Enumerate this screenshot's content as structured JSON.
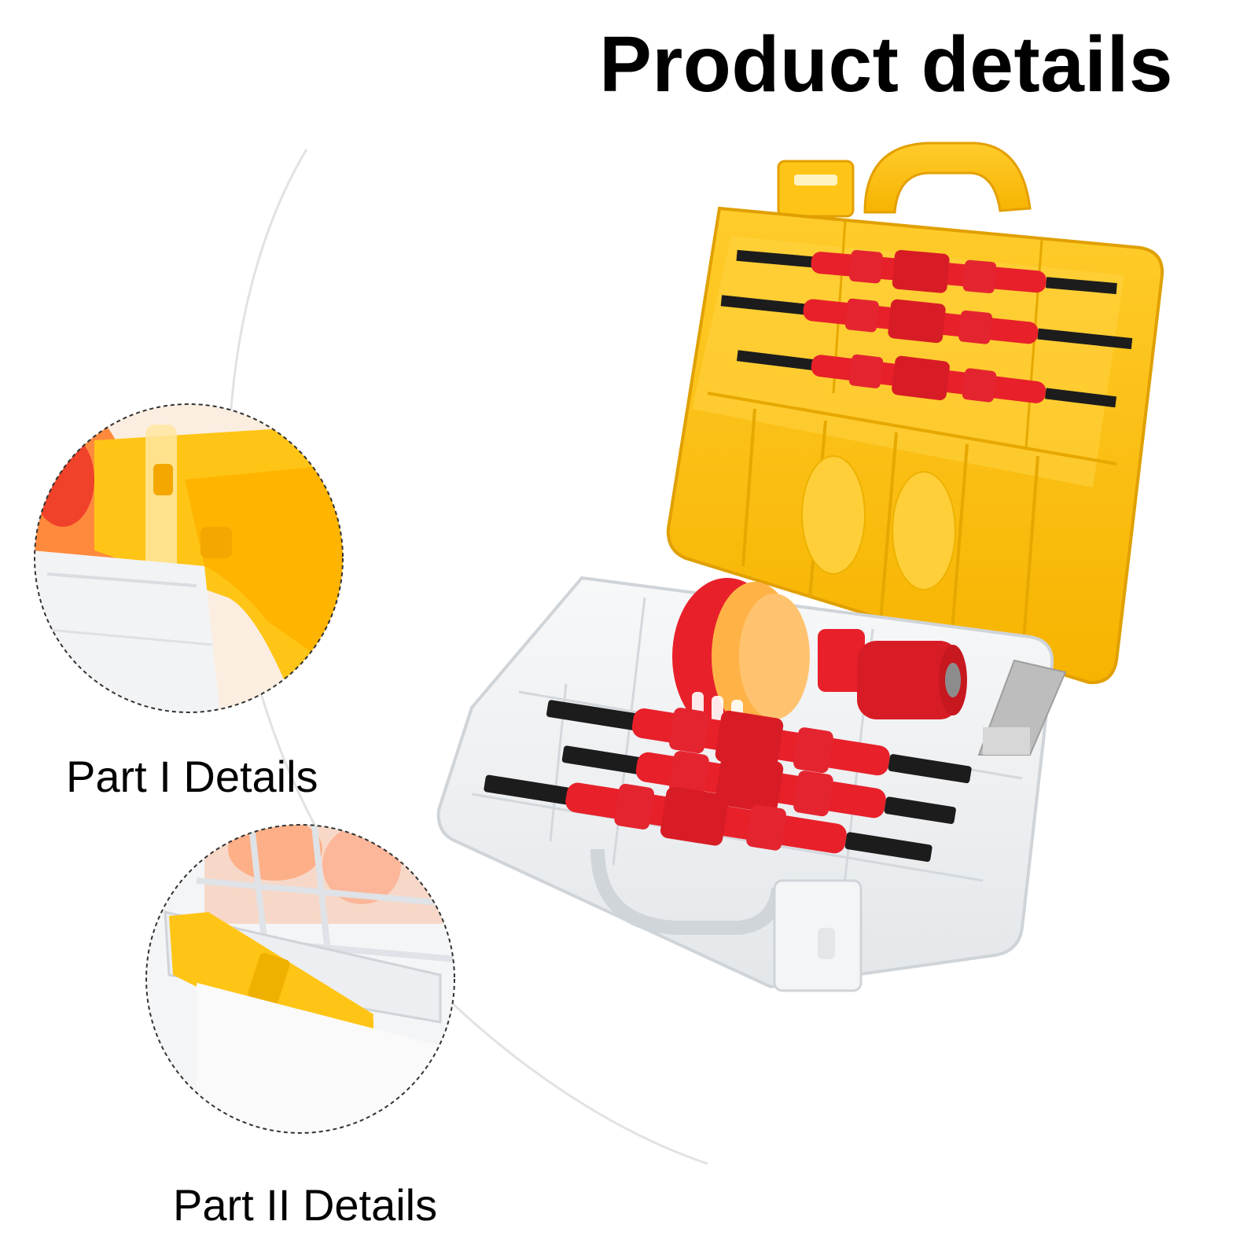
{
  "page": {
    "title": "Product details",
    "part1_label": "Part I Details",
    "part2_label": "Part II Details"
  },
  "colors": {
    "case_yellow": "#FFC516",
    "case_yellow_dark": "#F0A800",
    "tool_red": "#E8202A",
    "tool_red_dark": "#B9151D",
    "tip_black": "#1c1c1c",
    "clear_plastic": "#EEF0F2",
    "handle_orange": "#FFB347",
    "gray_accessory": "#BDBDBD"
  }
}
